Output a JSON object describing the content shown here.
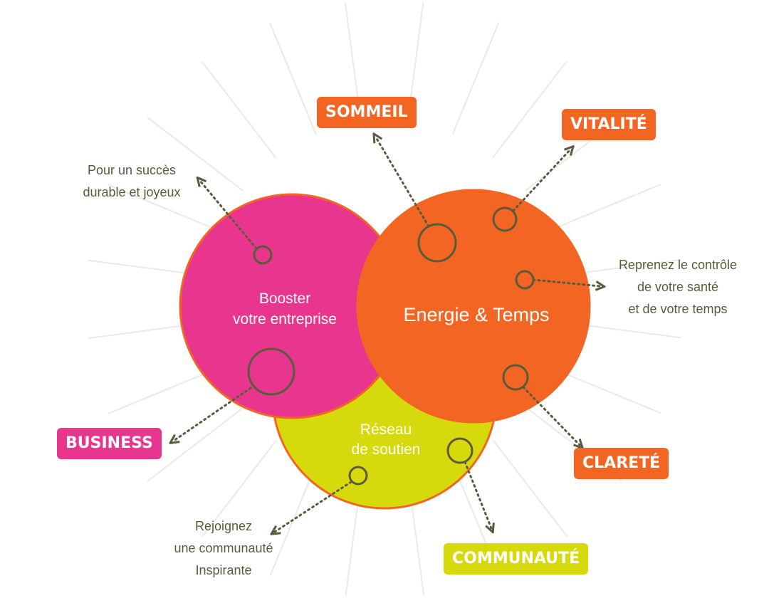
{
  "circles": {
    "business": {
      "line1": "Booster",
      "line2": "votre entreprise",
      "color": "#e8368f"
    },
    "energy": {
      "label": "Energie & Temps",
      "color": "#f26522"
    },
    "network": {
      "line1": "Réseau",
      "line2": "de soutien",
      "color": "#d6d90b"
    }
  },
  "tags": {
    "sommeil": {
      "label": "SOMMEIL",
      "color": "#f26522"
    },
    "vitalite": {
      "label": "VITALITÉ",
      "color": "#f26522"
    },
    "business": {
      "label": "BUSINESS",
      "color": "#e8368f"
    },
    "clarete": {
      "label": "CLARETÉ",
      "color": "#f26522"
    },
    "communaute": {
      "label": "COMMUNAUTÉ",
      "color": "#d6d90b"
    }
  },
  "notes": {
    "succes": {
      "line1": "Pour un succès",
      "line2": "durable et joyeux"
    },
    "controle": {
      "line1": "Reprenez le contrôle",
      "line2": "de votre santé",
      "line3": "et de votre temps"
    },
    "rejoignez": {
      "line1": "Rejoignez",
      "line2": "une communauté",
      "line3": "Inspirante"
    }
  },
  "colors": {
    "connector": "#5a5a3c",
    "rays": "#ece9e4",
    "text": "#5a5a3c"
  }
}
